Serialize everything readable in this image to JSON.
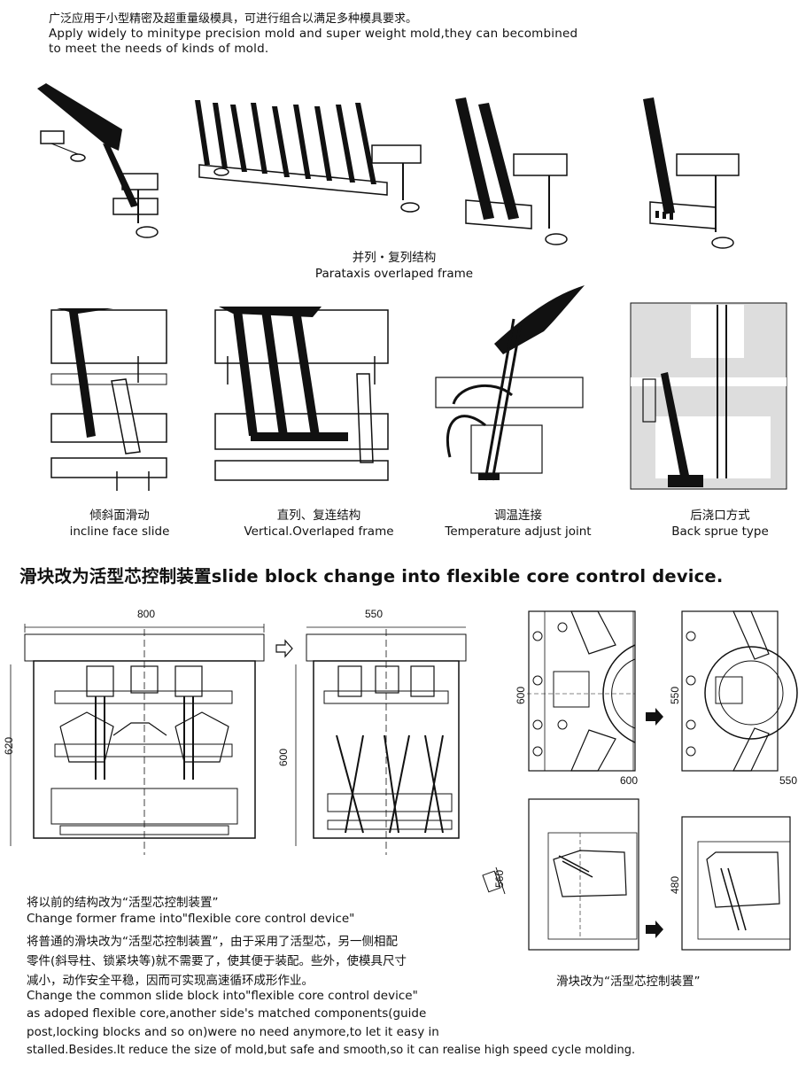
{
  "intro": {
    "cn": "广泛应用于小型精密及超重量级模具，可进行组合以满足多种模具要求。",
    "en_line1": "Apply widely to minitype precision mold and super weight mold,they can becombined",
    "en_line2": "to meet the needs of kinds of mold."
  },
  "section1": {
    "caption_cn": "并列・复列结构",
    "caption_en": "Parataxis overlaped frame"
  },
  "row2": [
    {
      "cn": "倾斜面滑动",
      "en": "incline face slide"
    },
    {
      "cn": "直列、复连结构",
      "en": "Vertical.Overlaped frame"
    },
    {
      "cn": "调温连接",
      "en": "Temperature adjust joint"
    },
    {
      "cn": "后浇口方式",
      "en": "Back sprue type"
    }
  ],
  "section2": {
    "heading": "滑块改为活型芯控制装置slide block change into flexible core control device."
  },
  "dimensions": {
    "left_width": "800",
    "left_height": "620",
    "mid_width": "550",
    "mid_height": "600",
    "r1_height": "600",
    "r1_width": "600",
    "r2_height": "550",
    "r2_width": "550",
    "r3_height": "560",
    "r4_height": "480"
  },
  "right_caption": "滑块改为“活型芯控制装置”",
  "body_text": {
    "line1": "将以前的结构改为“活型芯控制装置”",
    "line2": "Change former frame into\"flexible core control device\"",
    "line3": "将普通的滑块改为“活型芯控制装置”，由于采用了活型芯，另一侧相配",
    "line4": "零件(斜导柱、锁紧块等)就不需要了，使其便于装配。些外，使模具尺寸",
    "line5": "减小，动作安全平稳，因而可实现高速循环成形作业。",
    "line6": "Change the common slide block into\"flexible core control device\"",
    "line7": "as adoped flexible core,another side's matched components(guide",
    "line8": "post,locking blocks and so on)were no need anymore,to let it easy in",
    "line9": "stalled.Besides.It reduce the size of mold,but safe and smooth,so it can realise high speed cycle molding."
  }
}
